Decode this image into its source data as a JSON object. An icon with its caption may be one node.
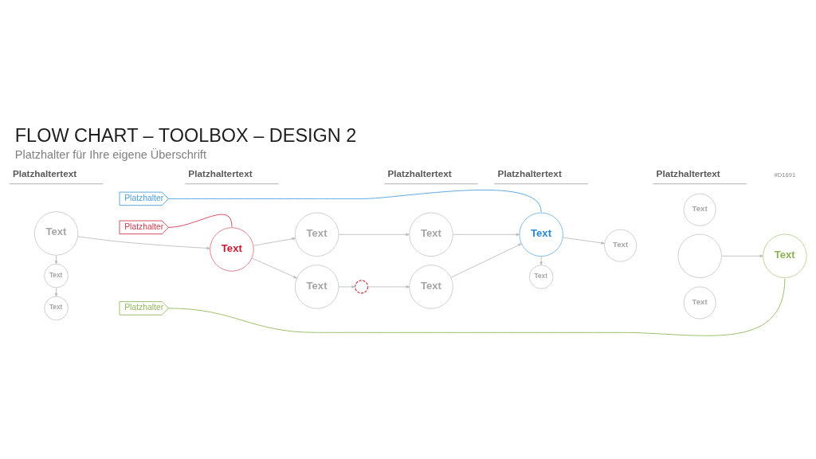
{
  "diagram": {
    "title": "FLOW CHART – TOOLBOX – DESIGN 2",
    "caption": "Platzhalter für Ihre eigene Überschrift",
    "nodes": [
      {
        "text": [
          "Platzhalter"
        ]
      },
      {
        "text": [
          "Platzhalter"
        ]
      },
      {
        "text": [
          "Text"
        ]
      },
      {
        "text": [
          "Text"
        ]
      },
      {
        "text": [
          "Text"
        ]
      },
      {
        "text": [
          "Platzhalter"
        ]
      },
      {
        "text": [
          "Text"
        ]
      },
      {
        "text": [
          "Text"
        ]
      },
      {
        "text": [
          "Text"
        ]
      },
      {
        "text": [],
        "shape": "circle"
      },
      {
        "text": [
          "Text"
        ]
      },
      {
        "text": [
          "Text"
        ]
      },
      {
        "text": [
          "Text"
        ]
      },
      {
        "text": [
          "Text"
        ]
      },
      {
        "text": [
          "Text"
        ]
      },
      {
        "text": [],
        "shape": "circle"
      },
      {
        "text": [
          "Text"
        ]
      },
      {
        "text": [
          "Text"
        ]
      },
      {
        "text": [
          "Text"
        ]
      }
    ],
    "edges": [
      {
        "from": 2,
        "to": 6,
        "arrow": "to"
      },
      {
        "from": 2,
        "to": 3,
        "arrow": "to"
      },
      {
        "from": 3,
        "to": 4,
        "arrow": "to"
      },
      {
        "from": 1,
        "to": 6,
        "arrow": "none",
        "color": "#d23a4c"
      },
      {
        "from": 0,
        "to": 12,
        "arrow": "none",
        "color": "#4ba0dd"
      },
      {
        "from": 5,
        "to": 18,
        "arrow": "none",
        "color": "#93b95a"
      },
      {
        "from": 6,
        "to": 7,
        "arrow": "to"
      },
      {
        "from": 6,
        "to": 8,
        "arrow": "to"
      },
      {
        "from": 7,
        "to": 10,
        "arrow": "to"
      },
      {
        "from": 8,
        "to": 9,
        "arrow": "to"
      },
      {
        "from": 9,
        "to": 11,
        "arrow": "to"
      },
      {
        "from": 10,
        "to": 12,
        "arrow": "to"
      },
      {
        "from": 11,
        "to": 12,
        "arrow": "to"
      },
      {
        "from": 12,
        "to": 13,
        "arrow": "to"
      },
      {
        "from": 12,
        "to": 14,
        "arrow": "to"
      },
      {
        "from": 15,
        "to": 18,
        "arrow": "to"
      }
    ],
    "labels": [
      "#D1691",
      "Platzhaltertext",
      "Platzhaltertext",
      "Platzhaltertext",
      "Platzhaltertext",
      "Platzhaltertext"
    ]
  }
}
